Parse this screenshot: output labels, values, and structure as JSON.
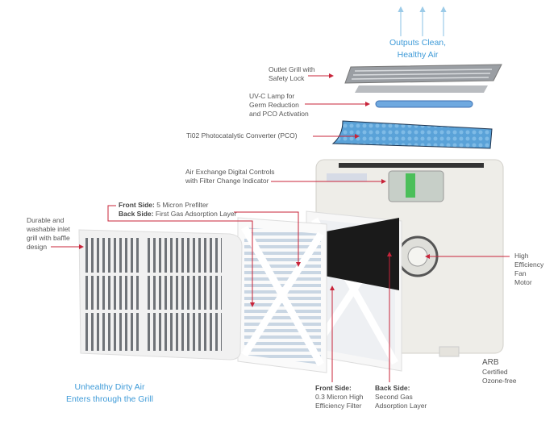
{
  "outputs": {
    "line1": "Outputs Clean,",
    "line2": "Healthy Air"
  },
  "outlet_grill": {
    "line1": "Outlet Grill with",
    "line2": "Safety Lock"
  },
  "uvc_lamp": {
    "line1": "UV-C Lamp for",
    "line2": "Germ Reduction",
    "line3": "and PCO Activation"
  },
  "pco": {
    "label": "Ti02 Photocatalytic Converter (PCO)"
  },
  "controls": {
    "line1": "Air Exchange Digital Controls",
    "line2": "with Filter Change Indicator"
  },
  "prefilter": {
    "front_key": "Front Side:",
    "front_val": "5 Micron Prefilter",
    "back_key": "Back Side:",
    "back_val": "First Gas Adsorption Layer"
  },
  "inlet_grill": {
    "line1": "Durable and",
    "line2": "washable inlet",
    "line3": "grill with baffle",
    "line4": "design"
  },
  "fan": {
    "line1": "High",
    "line2": "Efficiency",
    "line3": "Fan",
    "line4": "Motor"
  },
  "arb": {
    "line1": "ARB",
    "line2": "Certified",
    "line3": "Ozone-free"
  },
  "inlet_air": {
    "line1": "Unhealthy Dirty Air",
    "line2": "Enters through the Grill"
  },
  "hepa": {
    "key": "Front Side:",
    "line1": "0.3 Micron High",
    "line2": "Efficiency Filter"
  },
  "second_gas": {
    "key": "Back Side:",
    "line1": "Second Gas",
    "line2": "Adsorption Layer"
  },
  "colors": {
    "accent_blue": "#3f9bd8",
    "arrow_red": "#c8243a"
  }
}
